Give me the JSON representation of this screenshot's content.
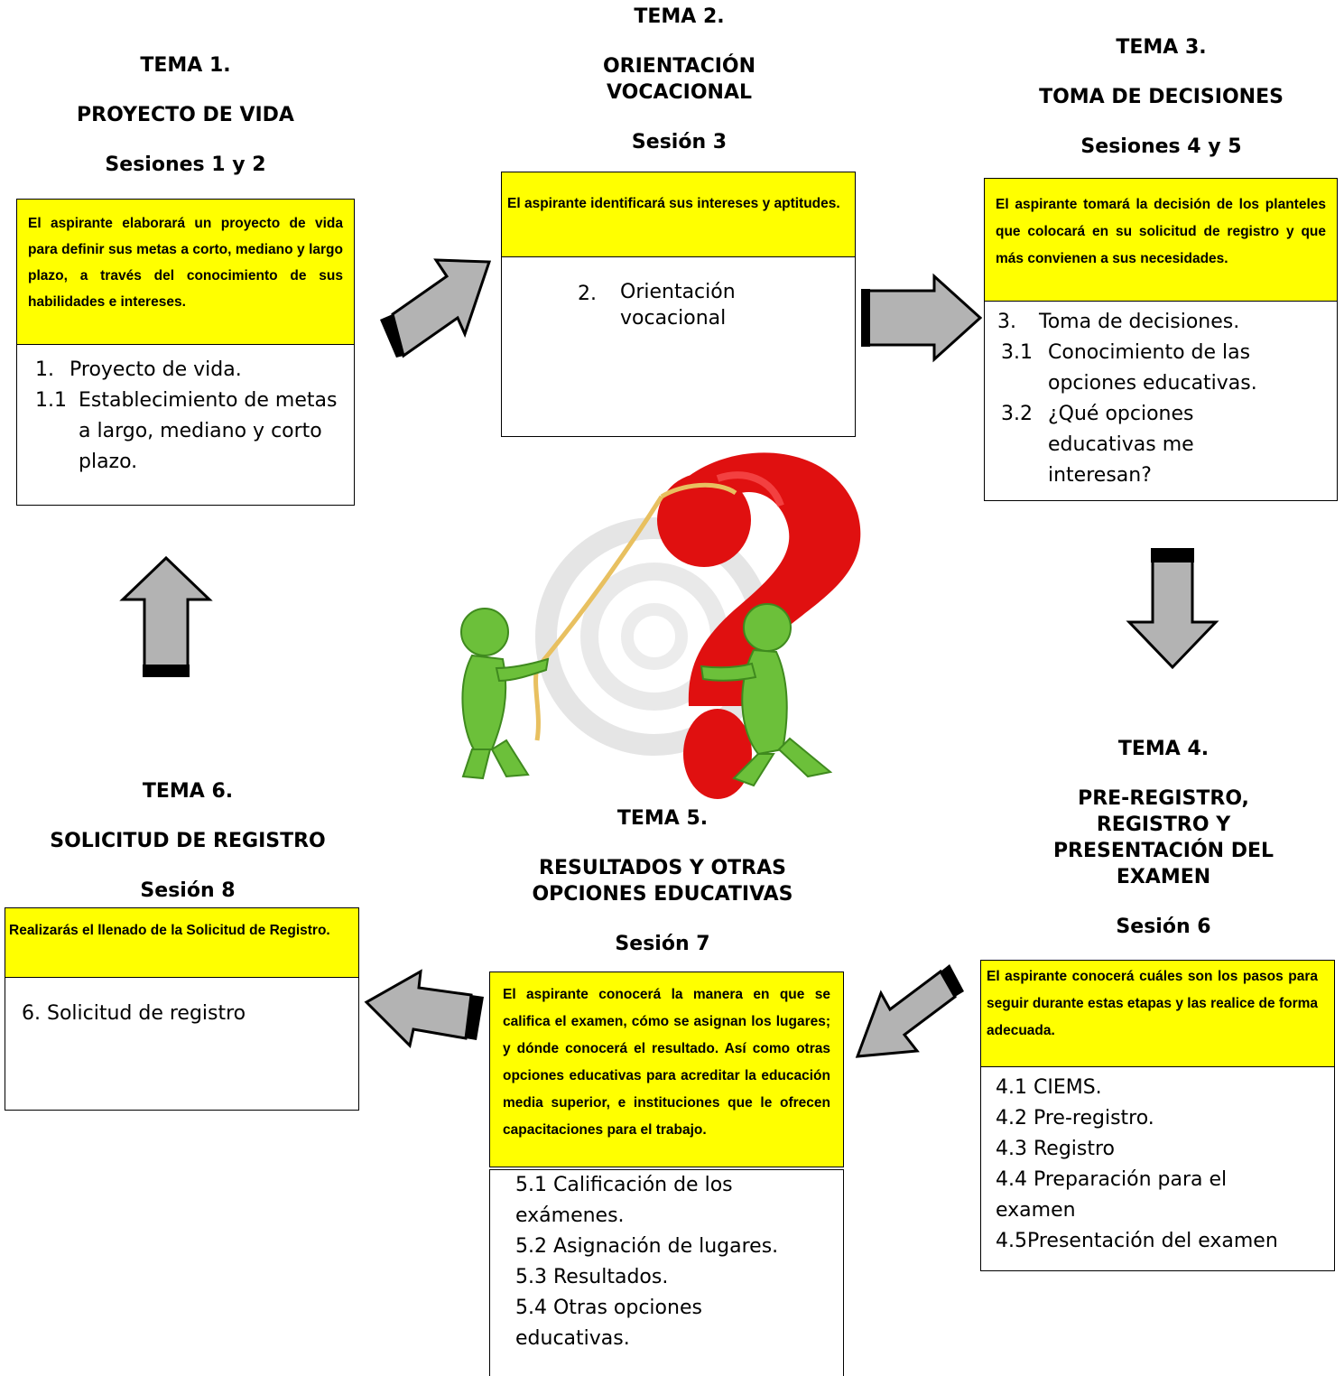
{
  "temas": [
    {
      "tema": "TEMA 1.",
      "title_lines": [
        "PROYECTO DE VIDA"
      ],
      "session": "Sesiones 1 y 2",
      "objective": "El aspirante elaborará un proyecto de vida para definir sus metas a corto, mediano y largo plazo, a través del conocimiento de sus habilidades e intereses.",
      "items": [
        {
          "num": "1.",
          "text": "Proyecto de vida."
        },
        {
          "num": "1.1",
          "text": "Establecimiento de metas a largo, mediano y corto plazo."
        }
      ]
    },
    {
      "tema": "TEMA 2.",
      "title_lines": [
        "ORIENTACIÓN",
        "VOCACIONAL"
      ],
      "session": "Sesión 3",
      "objective": "El aspirante identificará sus intereses y aptitudes.",
      "items": [
        {
          "num": "2.",
          "text": "Orientación vocacional"
        }
      ]
    },
    {
      "tema": "TEMA 3.",
      "title_lines": [
        "TOMA DE DECISIONES"
      ],
      "session": "Sesiones 4 y 5",
      "objective": "El aspirante tomará la decisión de los planteles que colocará en su solicitud de registro y que más convienen a sus necesidades.",
      "items": [
        {
          "num": "3.",
          "text": "Toma de decisiones."
        },
        {
          "num": "3.1",
          "text": "Conocimiento de las opciones educativas."
        },
        {
          "num": "3.2",
          "text": "¿Qué opciones educativas me interesan?"
        }
      ]
    },
    {
      "tema": "TEMA 4.",
      "title_lines": [
        "PRE-REGISTRO,",
        "REGISTRO Y",
        "PRESENTACIÓN DEL",
        "EXAMEN"
      ],
      "session": "Sesión 6",
      "objective": "El aspirante conocerá cuáles son los pasos para seguir durante estas etapas y las realice de forma adecuada.",
      "items": [
        {
          "text": "4.1 CIEMS."
        },
        {
          "text": "4.2 Pre-registro."
        },
        {
          "text": "4.3 Registro"
        },
        {
          "text": "4.4 Preparación para el examen"
        },
        {
          "text": "4.5Presentación del examen"
        }
      ]
    },
    {
      "tema": "TEMA 5.",
      "title_lines": [
        "RESULTADOS Y OTRAS",
        "OPCIONES EDUCATIVAS"
      ],
      "session": "Sesión 7",
      "objective": "El aspirante conocerá la manera en que se califica el examen, cómo se asignan los lugares; y dónde conocerá el resultado. Así como otras opciones educativas para acreditar la educación media superior, e instituciones que le ofrecen capacitaciones para el trabajo.",
      "items": [
        {
          "text": "5.1 Calificación de los exámenes."
        },
        {
          "text": "5.2 Asignación de lugares."
        },
        {
          "text": "5.3 Resultados."
        },
        {
          "text": "5.4 Otras opciones educativas."
        }
      ]
    },
    {
      "tema": "TEMA 6.",
      "title_lines": [
        "SOLICITUD DE REGISTRO"
      ],
      "session": "Sesión 8",
      "objective": "Realizarás el llenado de la Solicitud de Registro.",
      "items": [
        {
          "text": "6. Solicitud de registro"
        }
      ]
    }
  ]
}
